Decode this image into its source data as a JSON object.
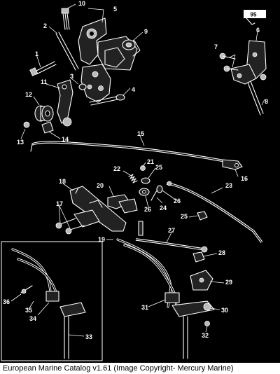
{
  "caption": "European Marine Catalog v1.61 (Image Copyright- Mercury Marine)",
  "inset_tag": "95",
  "callouts": [
    {
      "id": "c1",
      "label": "1"
    },
    {
      "id": "c2",
      "label": "2"
    },
    {
      "id": "c3",
      "label": "3"
    },
    {
      "id": "c4",
      "label": "4"
    },
    {
      "id": "c5",
      "label": "5"
    },
    {
      "id": "c6",
      "label": "6"
    },
    {
      "id": "c7",
      "label": "7"
    },
    {
      "id": "c8",
      "label": "8"
    },
    {
      "id": "c9",
      "label": "9"
    },
    {
      "id": "c10",
      "label": "10"
    },
    {
      "id": "c11",
      "label": "11"
    },
    {
      "id": "c12",
      "label": "12"
    },
    {
      "id": "c13",
      "label": "13"
    },
    {
      "id": "c14",
      "label": "14"
    },
    {
      "id": "c15",
      "label": "15"
    },
    {
      "id": "c16",
      "label": "16"
    },
    {
      "id": "c17",
      "label": "17"
    },
    {
      "id": "c18",
      "label": "18"
    },
    {
      "id": "c19",
      "label": "19"
    },
    {
      "id": "c20",
      "label": "20"
    },
    {
      "id": "c21",
      "label": "21"
    },
    {
      "id": "c22",
      "label": "22"
    },
    {
      "id": "c23",
      "label": "23"
    },
    {
      "id": "c24",
      "label": "24"
    },
    {
      "id": "c25a",
      "label": "25"
    },
    {
      "id": "c25b",
      "label": "25"
    },
    {
      "id": "c26a",
      "label": "26"
    },
    {
      "id": "c26b",
      "label": "26"
    },
    {
      "id": "c27",
      "label": "27"
    },
    {
      "id": "c28",
      "label": "28"
    },
    {
      "id": "c29",
      "label": "29"
    },
    {
      "id": "c30",
      "label": "30"
    },
    {
      "id": "c31",
      "label": "31"
    },
    {
      "id": "c32",
      "label": "32"
    },
    {
      "id": "c33",
      "label": "33"
    },
    {
      "id": "c34",
      "label": "34"
    },
    {
      "id": "c35",
      "label": "35"
    },
    {
      "id": "c36",
      "label": "36"
    }
  ]
}
